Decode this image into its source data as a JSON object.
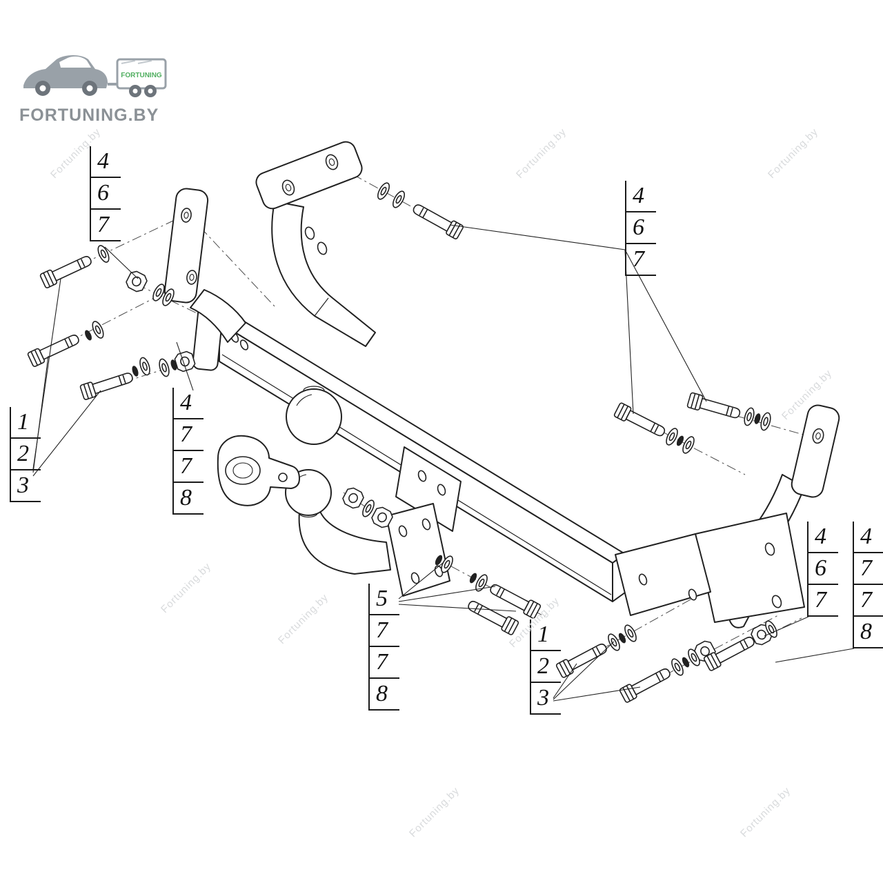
{
  "page": {
    "background": "#ffffff",
    "line_color": "#212121"
  },
  "logo": {
    "brand": "FORTUNING.BY",
    "trailer_label": "FORTUNING",
    "car_color": "#99a1a8",
    "accent_color": "#4fae5f",
    "text_color": "#8b9196"
  },
  "watermark": {
    "text": "Fortuning.by",
    "color": "#d8dadc"
  },
  "callouts": [
    {
      "id": "upper-left",
      "numbers": [
        "4",
        "6",
        "7"
      ]
    },
    {
      "id": "upper-right",
      "numbers": [
        "4",
        "6",
        "7"
      ]
    },
    {
      "id": "left",
      "numbers": [
        "1",
        "2",
        "3"
      ]
    },
    {
      "id": "mid-left",
      "numbers": [
        "4",
        "7",
        "7",
        "8"
      ]
    },
    {
      "id": "bottom-center",
      "numbers": [
        "5",
        "7",
        "7",
        "8"
      ]
    },
    {
      "id": "bottom-middle",
      "numbers": [
        "1",
        "2",
        "3"
      ]
    },
    {
      "id": "bottom-right",
      "numbers": [
        "4",
        "6",
        "7"
      ]
    },
    {
      "id": "far-right",
      "numbers": [
        "4",
        "7",
        "7",
        "8"
      ]
    }
  ]
}
